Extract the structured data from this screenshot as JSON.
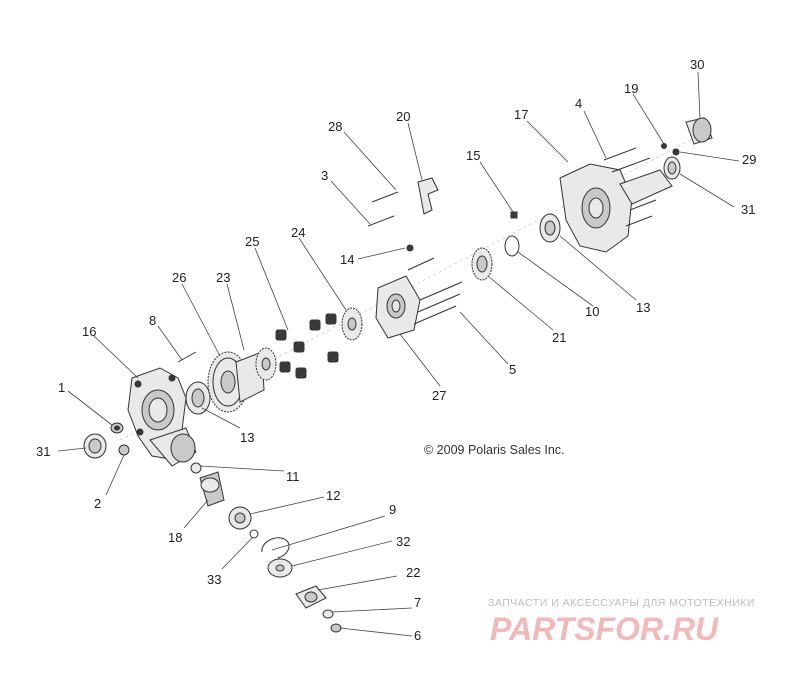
{
  "diagram": {
    "copyright": "© 2009 Polaris Sales Inc.",
    "watermark_tagline": "ЗАПЧАСТИ И АКСЕССУАРЫ ДЛЯ МОТОТЕХНИКИ",
    "watermark_logo": "PARTSFOR.RU",
    "callouts": [
      "1",
      "2",
      "3",
      "4",
      "5",
      "6",
      "7",
      "8",
      "9",
      "10",
      "11",
      "12",
      "13",
      "13",
      "14",
      "15",
      "16",
      "17",
      "18",
      "19",
      "20",
      "21",
      "22",
      "23",
      "24",
      "25",
      "26",
      "27",
      "28",
      "29",
      "30",
      "31",
      "31",
      "32",
      "33"
    ]
  }
}
